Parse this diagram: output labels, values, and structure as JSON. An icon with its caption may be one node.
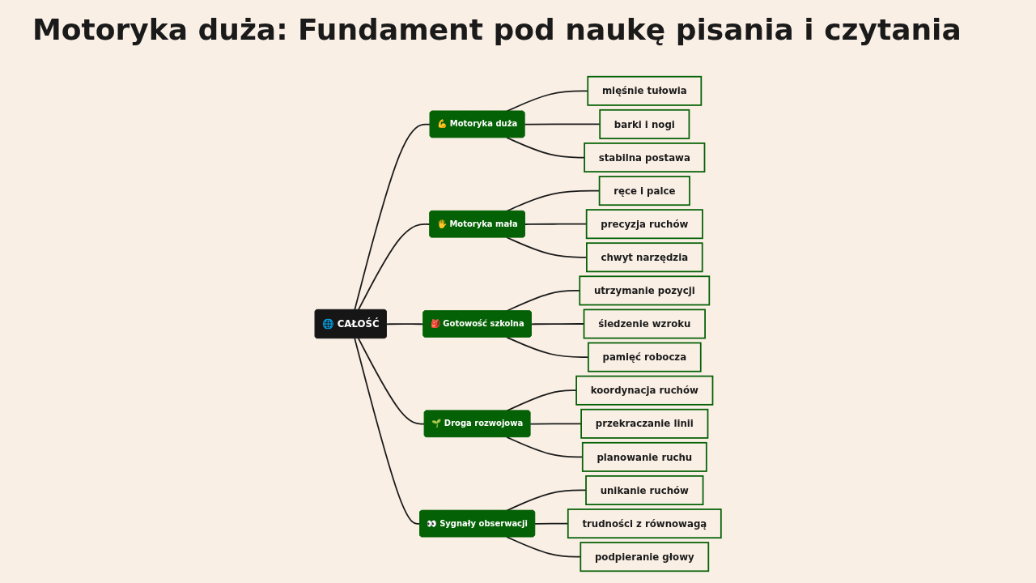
{
  "diagram": {
    "title": "Motoryka duża: Fundament pod naukę pisania i czytania",
    "nodes": [
      {
        "text": [
          "🌐 CAŁOŚĆ"
        ]
      },
      {
        "text": [
          "💪 Motoryka duża"
        ]
      },
      {
        "text": [
          "mięśnie tułowia"
        ]
      },
      {
        "text": [
          "barki i nogi"
        ]
      },
      {
        "text": [
          "stabilna postawa"
        ]
      },
      {
        "text": [
          "🖐️ Motoryka mała"
        ]
      },
      {
        "text": [
          "ręce i palce"
        ]
      },
      {
        "text": [
          "precyzja ruchów"
        ]
      },
      {
        "text": [
          "chwyt narzędzia"
        ]
      },
      {
        "text": [
          "🎒 Gotowość szkolna"
        ]
      },
      {
        "text": [
          "utrzymanie pozycji"
        ]
      },
      {
        "text": [
          "śledzenie wzroku"
        ]
      },
      {
        "text": [
          "pamięć robocza"
        ]
      },
      {
        "text": [
          "🌱 Droga rozwojowa"
        ]
      },
      {
        "text": [
          "koordynacja ruchów"
        ]
      },
      {
        "text": [
          "przekraczanie linii"
        ]
      },
      {
        "text": [
          "planowanie ruchu"
        ]
      },
      {
        "text": [
          "👀 Sygnały obserwacji"
        ]
      },
      {
        "text": [
          "unikanie ruchów"
        ]
      },
      {
        "text": [
          "trudności z równowagą"
        ]
      },
      {
        "text": [
          "podpieranie głowy"
        ]
      }
    ],
    "edges": [
      {
        "from": 0,
        "to": 1,
        "arrow": "none"
      },
      {
        "from": 1,
        "to": 2,
        "arrow": "none"
      },
      {
        "from": 1,
        "to": 3,
        "arrow": "none"
      },
      {
        "from": 1,
        "to": 4,
        "arrow": "none"
      },
      {
        "from": 0,
        "to": 5,
        "arrow": "none"
      },
      {
        "from": 5,
        "to": 6,
        "arrow": "none"
      },
      {
        "from": 5,
        "to": 7,
        "arrow": "none"
      },
      {
        "from": 5,
        "to": 8,
        "arrow": "none"
      },
      {
        "from": 0,
        "to": 9,
        "arrow": "none"
      },
      {
        "from": 9,
        "to": 10,
        "arrow": "none"
      },
      {
        "from": 9,
        "to": 11,
        "arrow": "none"
      },
      {
        "from": 9,
        "to": 12,
        "arrow": "none"
      },
      {
        "from": 0,
        "to": 13,
        "arrow": "none"
      },
      {
        "from": 13,
        "to": 14,
        "arrow": "none"
      },
      {
        "from": 13,
        "to": 15,
        "arrow": "none"
      },
      {
        "from": 13,
        "to": 16,
        "arrow": "none"
      },
      {
        "from": 0,
        "to": 17,
        "arrow": "none"
      },
      {
        "from": 17,
        "to": 18,
        "arrow": "none"
      },
      {
        "from": 17,
        "to": 19,
        "arrow": "none"
      },
      {
        "from": 17,
        "to": 20,
        "arrow": "none"
      }
    ]
  }
}
